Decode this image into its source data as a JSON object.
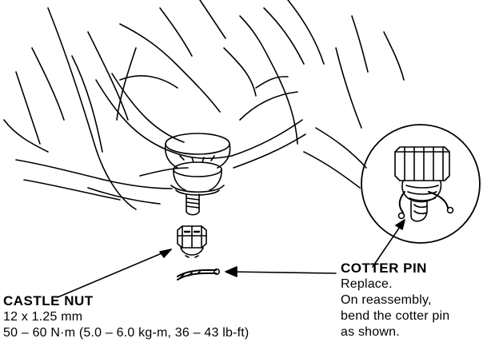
{
  "castle_nut": {
    "title": "CASTLE NUT",
    "size": "12 x 1.25 mm",
    "torque": "50 – 60 N·m (5.0 – 6.0 kg-m, 36 – 43 lb-ft)"
  },
  "cotter_pin": {
    "title": "COTTER PIN",
    "line1": "Replace.",
    "line2": "On reassembly,",
    "line3": "bend the cotter pin",
    "line4": "as shown."
  },
  "colors": {
    "ink": "#000000",
    "paper": "#ffffff"
  }
}
